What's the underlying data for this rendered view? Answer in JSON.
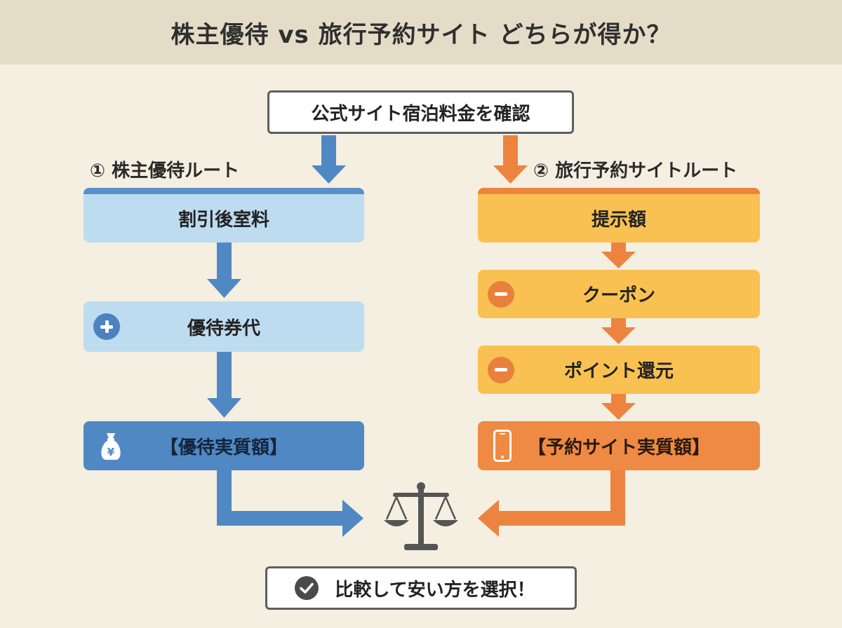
{
  "title": "株主優待 vs 旅行予約サイト どちらが得か？",
  "start": "公式サイト宿泊料金を確認",
  "route1": {
    "label": "① 株主優待ルート",
    "steps": [
      "割引後室料",
      "優待券代"
    ],
    "result": "【優待実質額】"
  },
  "route2": {
    "label": "② 旅行予約サイトルート",
    "steps": [
      "提示額",
      "クーポン",
      "ポイント還元"
    ],
    "result": "【予約サイト実質額】"
  },
  "conclusion": "比較して安い方を選択！",
  "icons": {
    "plus": "plus-circle-icon",
    "minus": "minus-circle-icon",
    "money_bag": "money-bag-yen-icon",
    "phone": "smartphone-icon",
    "scale": "balance-scale-icon",
    "check": "check-circle-icon"
  },
  "colors": {
    "blue_route": "#5088c4",
    "blue_light": "#bddcf0",
    "orange_route": "#ee8a43",
    "yellow": "#f9c152",
    "background": "#f4efe0",
    "header_bg": "#e5dcc8"
  }
}
